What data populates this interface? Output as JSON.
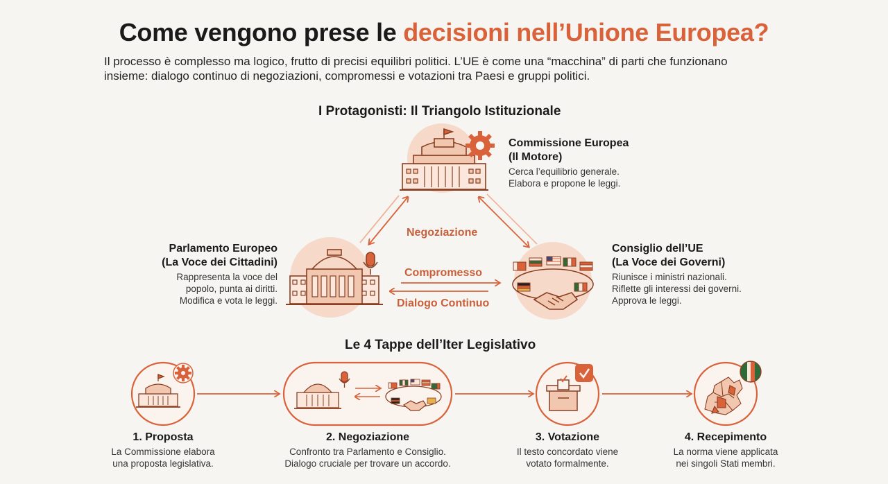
{
  "title": {
    "prefix": "Come vengono prese le ",
    "accent": "decisioni nell’Unione Europea?"
  },
  "intro": {
    "line1": "Il processo è complesso ma logico, frutto di precisi equilibri politici. L’UE è come una “macchina” di parti che funzionano",
    "line2": "insieme: dialogo continuo di negoziazioni, compromessi e votazioni tra Paesi e gruppi politici."
  },
  "triangle": {
    "heading": "I Protagonisti: Il Triangolo Istituzionale",
    "commission": {
      "name": "Commissione Europea",
      "role": "(Il Motore)",
      "desc1": "Cerca l’equilibrio generale.",
      "desc2": "Elabora e propone le leggi."
    },
    "parliament": {
      "name": "Parlamento Europeo",
      "role": "(La Voce dei Cittadini)",
      "desc1": "Rappresenta la voce del",
      "desc2": "popolo, punta ai diritti.",
      "desc3": "Modifica e vota le leggi."
    },
    "council": {
      "name": "Consiglio dell’UE",
      "role": "(La Voce dei Governi)",
      "desc1": "Riunisce i ministri nazionali.",
      "desc2": "Riflette gli interessi dei governi.",
      "desc3": "Approva le leggi."
    },
    "relations": {
      "negotiation": "Negoziazione",
      "compromise": "Compromesso",
      "dialogue": "Dialogo Continuo"
    }
  },
  "steps": {
    "heading": "Le 4 Tappe dell’Iter Legislativo",
    "items": [
      {
        "title": "1. Proposta",
        "desc1": "La Commissione elabora",
        "desc2": "una proposta legislativa."
      },
      {
        "title": "2. Negoziazione",
        "desc1": "Confronto tra Parlamento e Consiglio.",
        "desc2": "Dialogo cruciale per trovare un accordo."
      },
      {
        "title": "3. Votazione",
        "desc1": "Il testo concordato viene",
        "desc2": "votato formalmente."
      },
      {
        "title": "4. Recepimento",
        "desc1": "La norma viene applicata",
        "desc2": "nei singoli Stati membri."
      }
    ]
  },
  "colors": {
    "accent": "#d9623a",
    "accent_light": "#f6d9c9",
    "icon_fill": "#f1c7b0",
    "icon_stroke": "#8a3f22",
    "background": "#f7f5f1"
  },
  "icons": [
    "commission-building-icon",
    "gear-icon",
    "flag-icon",
    "parliament-building-icon",
    "microphone-icon",
    "handshake-icon",
    "flags-icon",
    "ballot-box-icon",
    "checkmark-icon",
    "europe-map-icon",
    "arrow-icon"
  ]
}
